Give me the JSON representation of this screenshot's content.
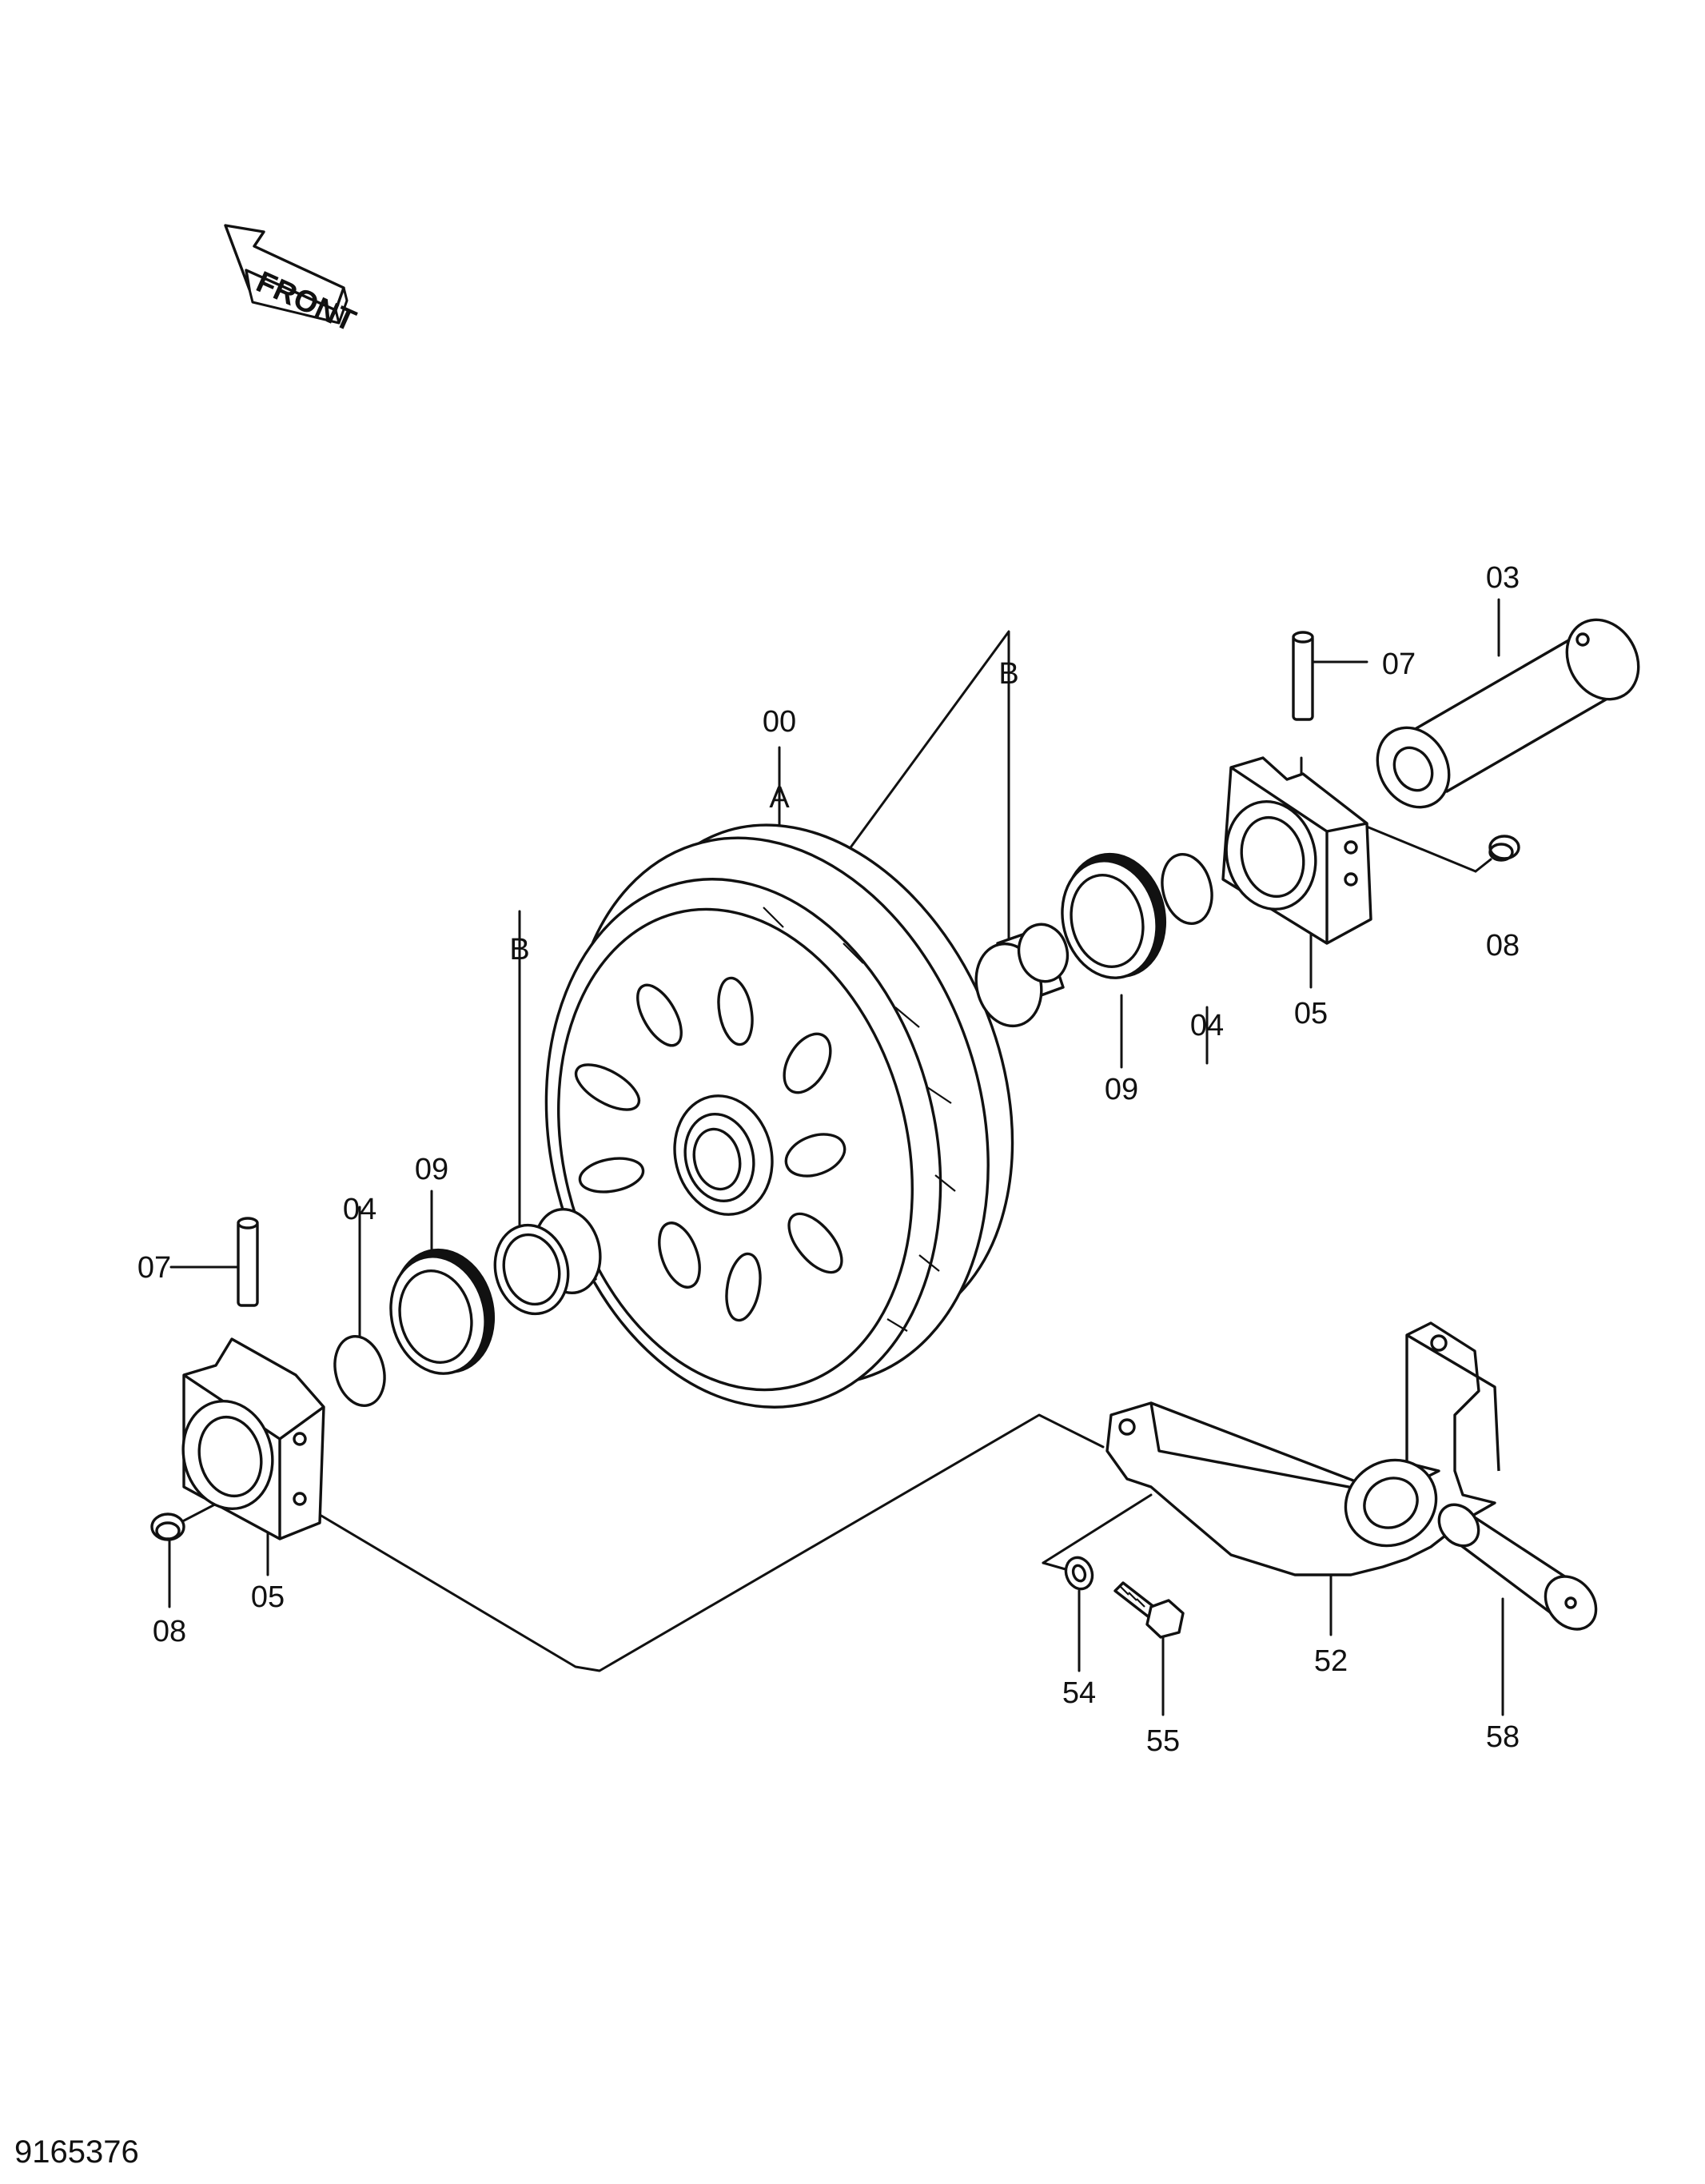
{
  "diagram": {
    "front_marker": "FRONT",
    "document_number": "9165376",
    "reference_letters": {
      "a": "A",
      "b_left": "B",
      "b_right": "B"
    },
    "callouts": {
      "c00": "00",
      "c03": "03",
      "c04_left": "04",
      "c04_right": "04",
      "c05_left": "05",
      "c05_right": "05",
      "c07_left": "07",
      "c07_right": "07",
      "c08_left": "08",
      "c08_right": "08",
      "c09_left": "09",
      "c09_right": "09",
      "c52": "52",
      "c54": "54",
      "c55": "55",
      "c58": "58"
    }
  }
}
